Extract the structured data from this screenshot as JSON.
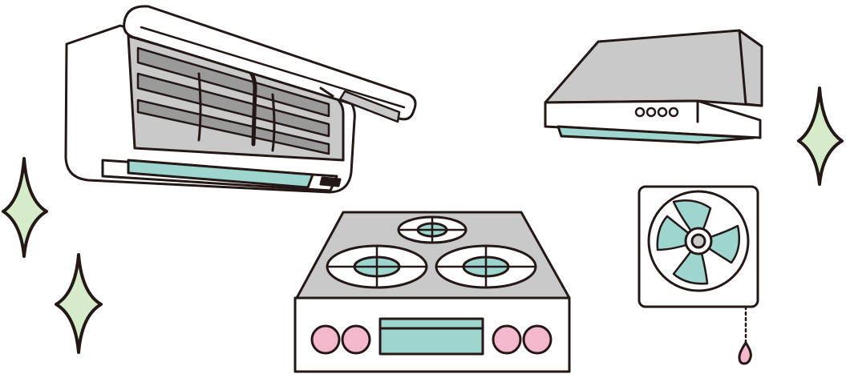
{
  "illustration": {
    "items": [
      {
        "key": "air_conditioner",
        "icon": "air-conditioner-icon"
      },
      {
        "key": "range_hood",
        "icon": "range-hood-icon"
      },
      {
        "key": "gas_stove",
        "icon": "gas-stove-icon"
      },
      {
        "key": "ventilation_fan",
        "icon": "ventilation-fan-icon"
      },
      {
        "key": "sparkles",
        "icon": "sparkle-icon",
        "count": 3
      }
    ]
  },
  "colors": {
    "outline": "#231815",
    "gray_fill": "#c9c9c9",
    "dark_gray": "#9a9a9a",
    "teal": "#9ed6cf",
    "pink": "#f4b8cd",
    "sparkle_green": "#d6ebc9",
    "white": "#ffffff"
  }
}
